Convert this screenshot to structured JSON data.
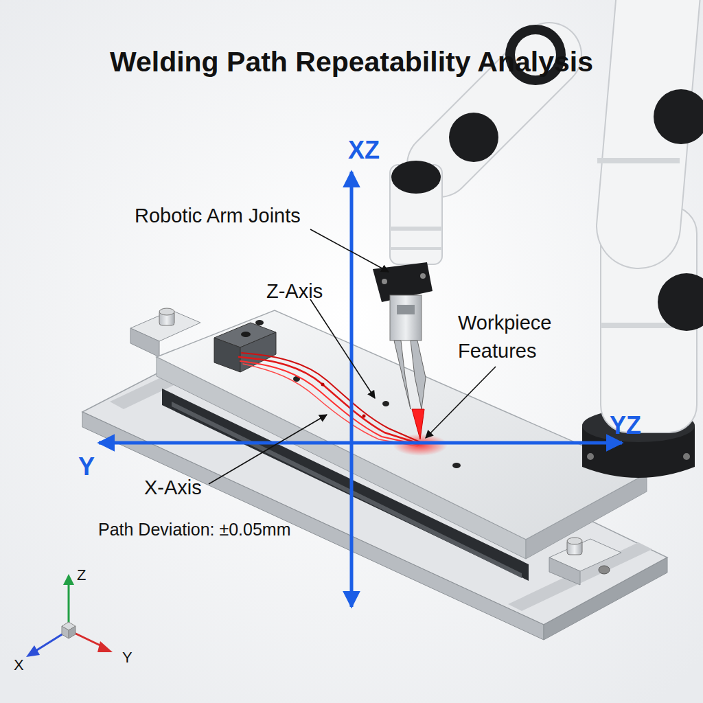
{
  "diagram": {
    "title": "Welding Path Repeatability Analysis",
    "labels": [
      "XZ",
      "Robotic Arm Joints",
      "Z-Axis",
      "Workpiece Features",
      "YZ",
      "Y",
      "X-Axis",
      "Path Deviation: ±0.05mm",
      "Z",
      "X",
      "Y"
    ]
  }
}
